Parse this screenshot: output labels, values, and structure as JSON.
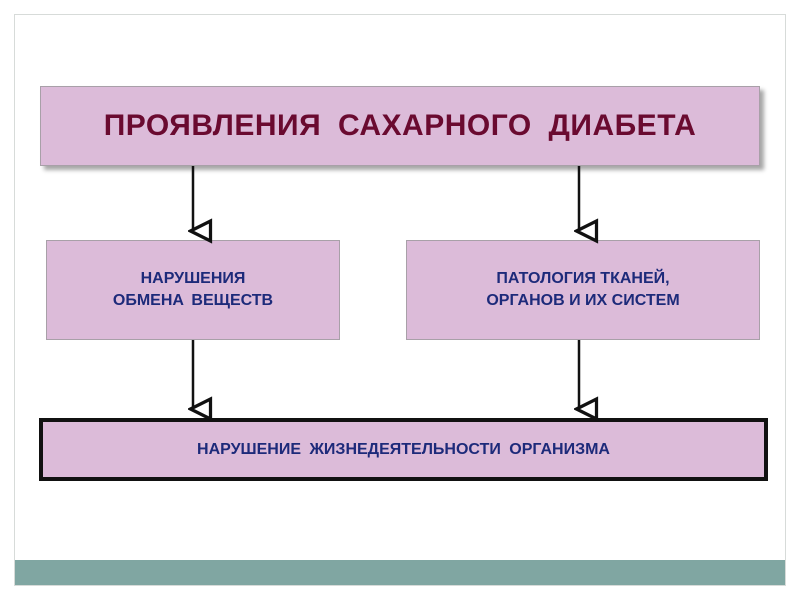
{
  "diagram": {
    "title": "ПРОЯВЛЕНИЯ  САХАРНОГО  ДИАБЕТА",
    "left_node": "НАРУШЕНИЯ\nОБМЕНА  ВЕЩЕСТВ",
    "right_node": "ПАТОЛОГИЯ ТКАНЕЙ,\nОРГАНОВ И ИХ СИСТЕМ",
    "bottom_node": "НАРУШЕНИЕ  ЖИЗНЕДЕЯТЕЛЬНОСТИ  ОРГАНИЗМА"
  },
  "colors": {
    "box_fill": "#dcbbd9",
    "title_text": "#6a0a30",
    "node_text": "#1d2a7a",
    "footer_bar": "#80a6a2",
    "arrow": "#111111"
  }
}
